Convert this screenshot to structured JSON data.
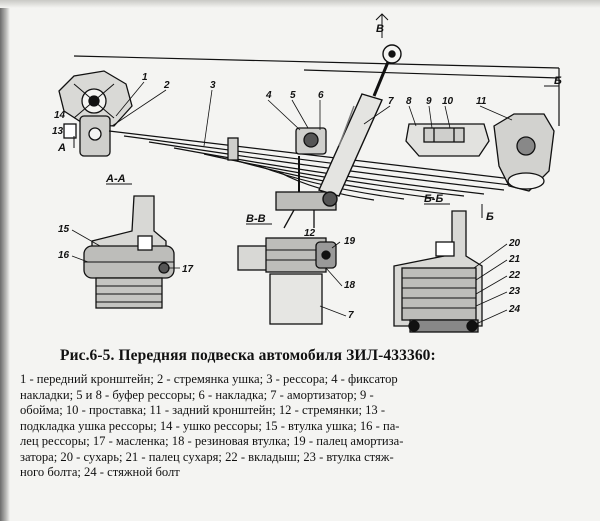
{
  "caption": "Рис.6-5. Передняя подвеска автомобиля ЗИЛ-433360:",
  "legend_lines": [
    "1 - передний кронштейн; 2 - стремянка ушка; 3 - рессора; 4 - фиксатор",
    "накладки; 5 и 8 - буфер рессоры; 6 - накладка; 7 - амортизатор; 9 -",
    "обойма; 10 - проставка; 11 - задний кронштейн; 12 - стремянки; 13 -",
    "подкладка ушка рессоры; 14 - ушко рессоры; 15 - втулка ушка; 16 - па-",
    "лец рессоры; 17 - масленка; 18 - резиновая втулка; 19 - палец амортиза-",
    "затора; 20 - сухарь; 21 - палец сухаря; 22 - вкладыш; 23 - втулка стяж-",
    "ного болта; 24 - стяжной болт"
  ],
  "diagram": {
    "section_labels": {
      "aa": "А-А",
      "vv": "В-В",
      "bb": "Б-Б"
    },
    "cut_markers": {
      "a": "А",
      "b": "Б",
      "v": "В"
    },
    "part_numbers": [
      "1",
      "2",
      "3",
      "4",
      "5",
      "6",
      "7",
      "8",
      "9",
      "10",
      "11",
      "12",
      "13",
      "14",
      "15",
      "16",
      "17",
      "18",
      "19",
      "20",
      "21",
      "22",
      "23",
      "24"
    ]
  }
}
